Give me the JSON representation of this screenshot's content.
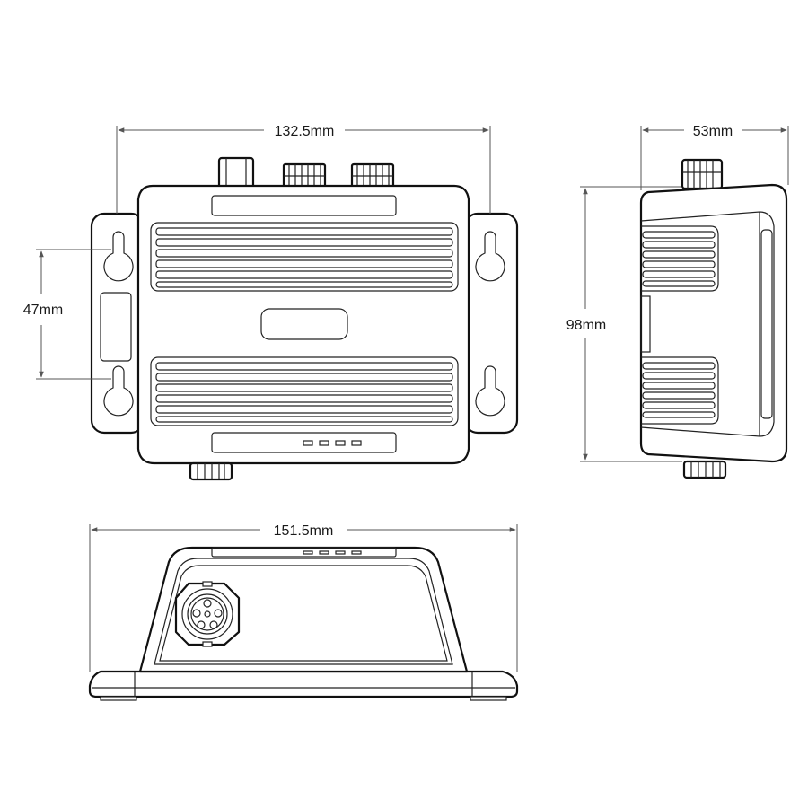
{
  "diagram": {
    "stroke_color": "#111111",
    "background": "#ffffff",
    "dimensions": {
      "top_width": "132.5mm",
      "side_depth": "53mm",
      "mount_hole_spacing": "47mm",
      "height": "98mm",
      "front_width": "151.5mm"
    }
  }
}
